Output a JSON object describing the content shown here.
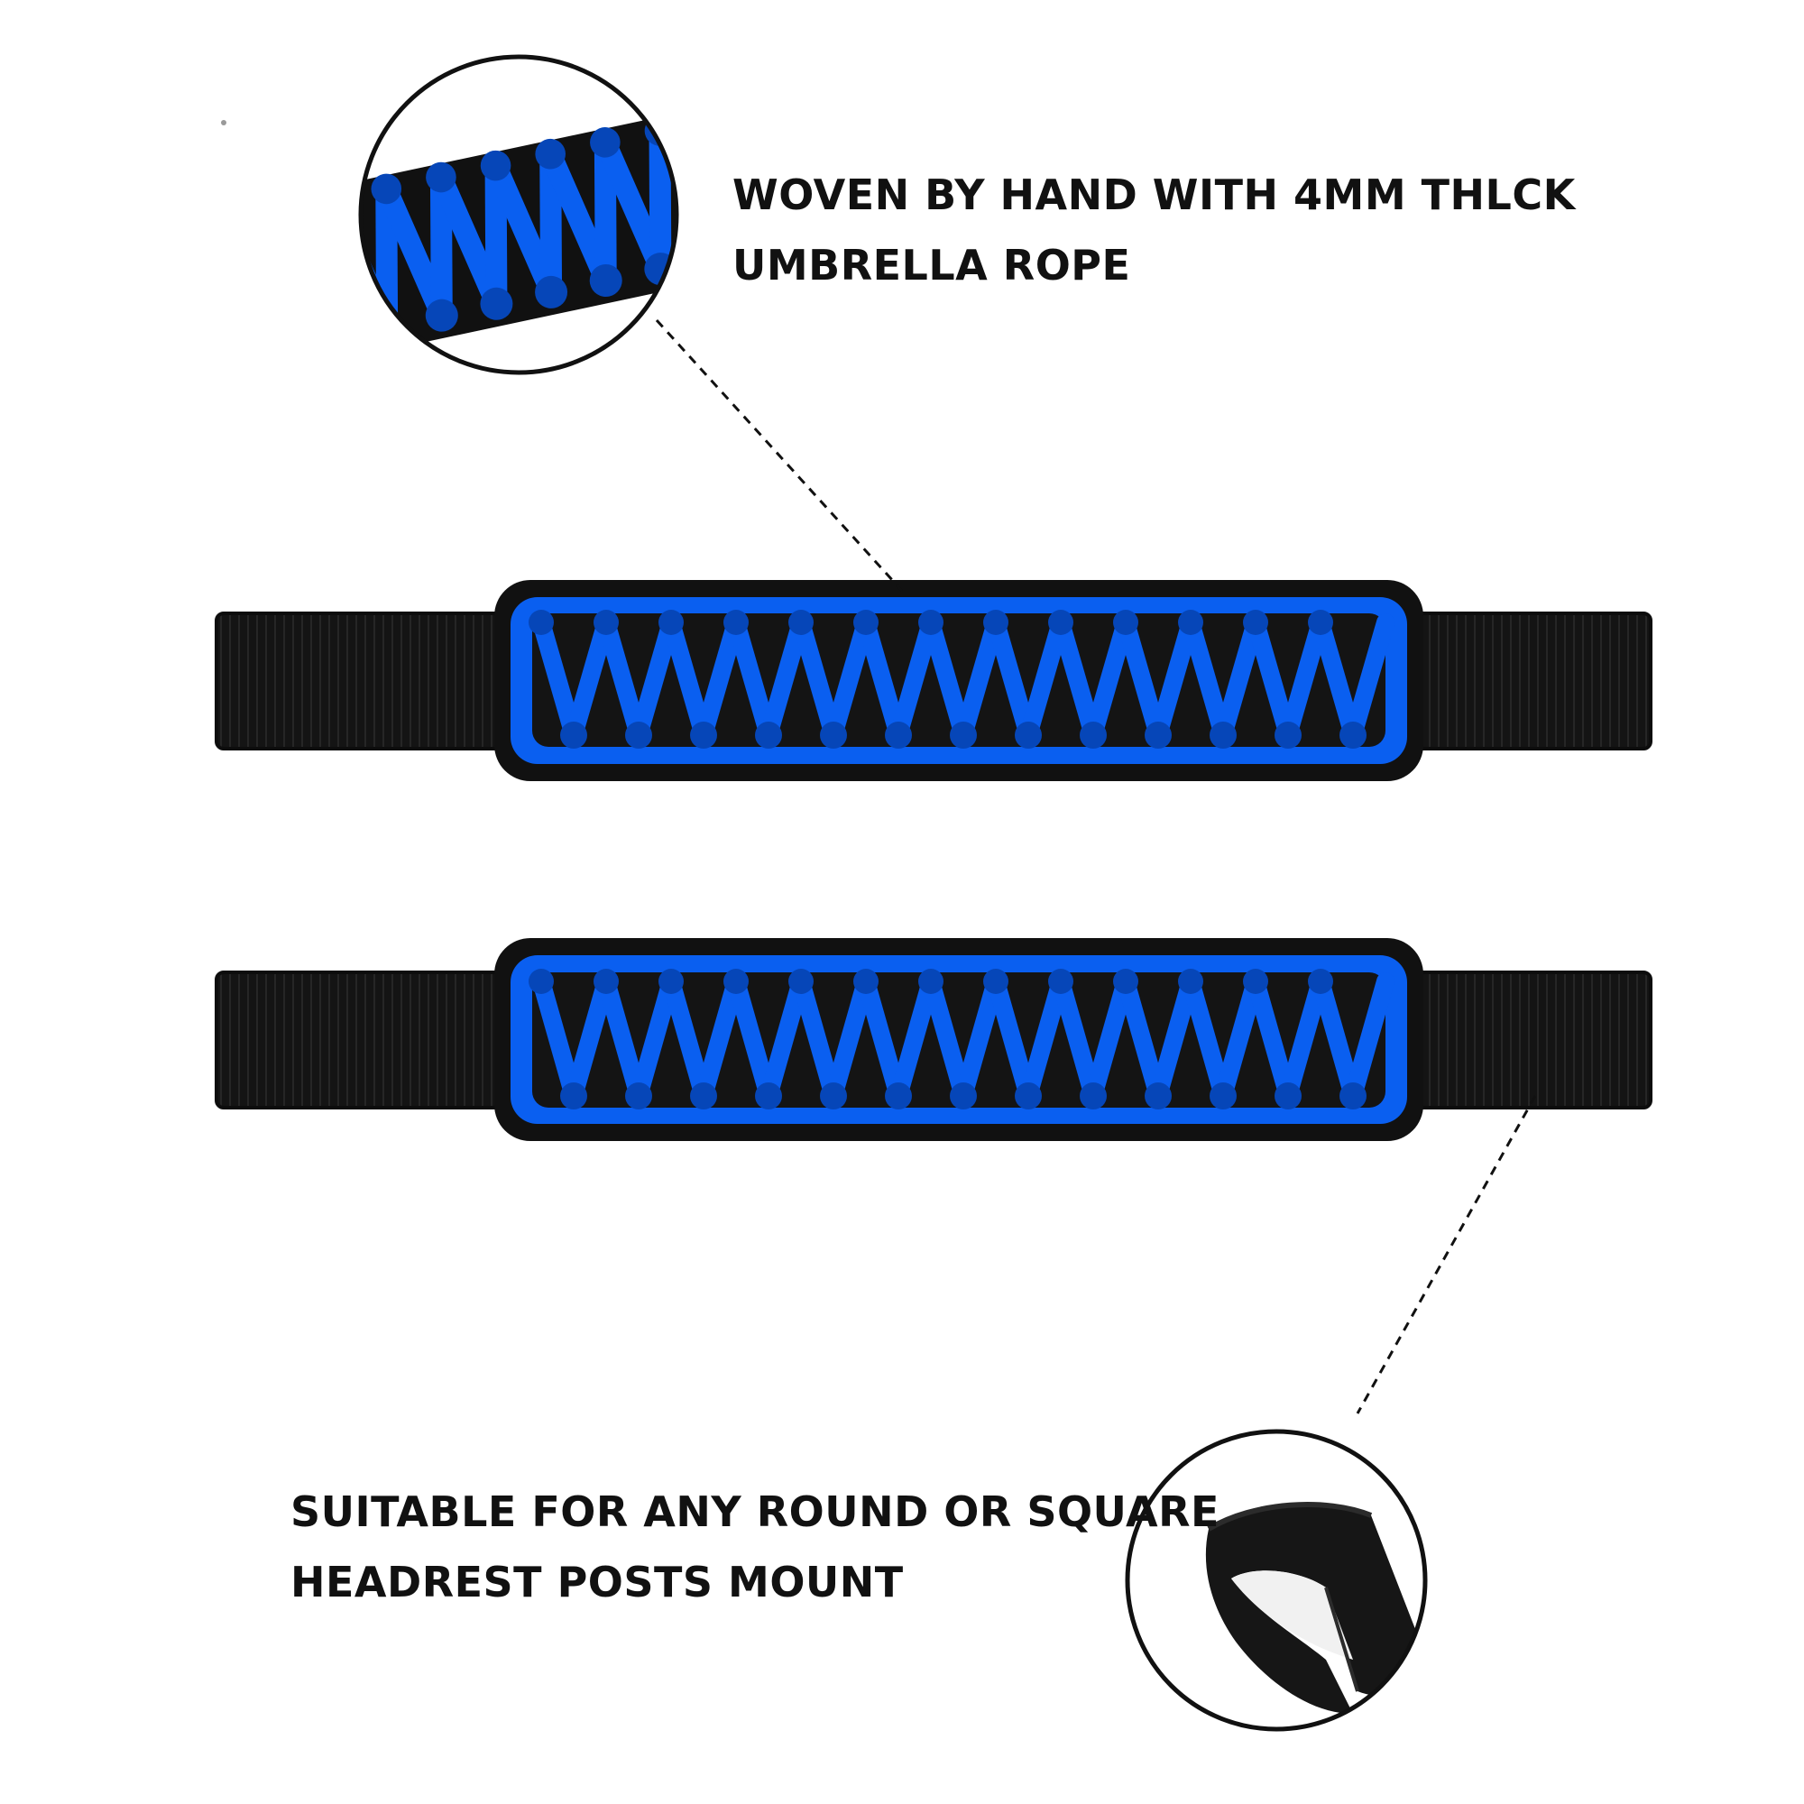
{
  "callouts": {
    "top": {
      "line1": "WOVEN BY HAND WITH 4MM THLCK",
      "line2": "UMBRELLA ROPE"
    },
    "bottom": {
      "line1": "SUITABLE FOR ANY ROUND OR SQUARE",
      "line2": "HEADREST POSTS MOUNT"
    }
  },
  "colors": {
    "paracord_blue": "#0a5ff0",
    "paracord_blue_dark": "#0646b8",
    "strap_black": "#141414",
    "border_black": "#111111",
    "background": "#ffffff"
  },
  "icons": {
    "top_zoom": "woven-paracord-detail",
    "bottom_zoom": "strap-loop-detail"
  }
}
